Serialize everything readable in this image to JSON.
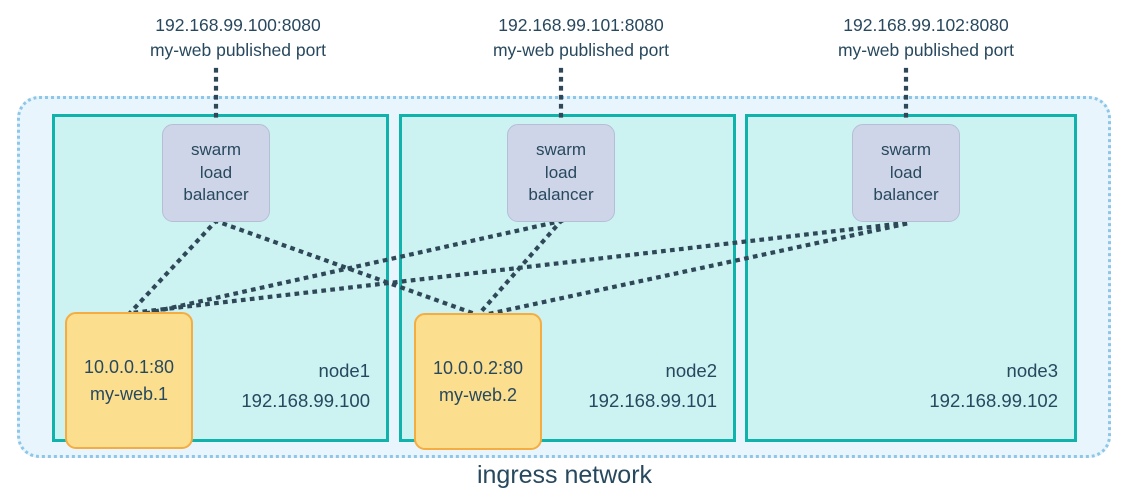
{
  "diagram": {
    "title": "ingress network",
    "ingress_label": "ingress network",
    "colors": {
      "ingress_fill": "#e9f5fc",
      "ingress_border": "#8ec6e8",
      "node_fill": "#ccf2f2",
      "node_border": "#0fb3ac",
      "lb_fill": "#ced5e8",
      "lb_border": "#b6bed6",
      "task_fill": "#fcdf8e",
      "task_border": "#f5ad42",
      "text": "#28485e",
      "wire": "#2f4858"
    }
  },
  "callouts": [
    {
      "address": "192.168.99.100:8080",
      "description": "my-web published port"
    },
    {
      "address": "192.168.99.101:8080",
      "description": "my-web published port"
    },
    {
      "address": "192.168.99.102:8080",
      "description": "my-web published port"
    }
  ],
  "nodes": [
    {
      "name": "node1",
      "ip": "192.168.99.100",
      "load_balancer": {
        "line1": "swarm",
        "line2": "load",
        "line3": "balancer"
      },
      "task": {
        "address": "10.0.0.1:80",
        "name": "my-web.1"
      }
    },
    {
      "name": "node2",
      "ip": "192.168.99.101",
      "load_balancer": {
        "line1": "swarm",
        "line2": "load",
        "line3": "balancer"
      },
      "task": {
        "address": "10.0.0.2:80",
        "name": "my-web.2"
      }
    },
    {
      "name": "node3",
      "ip": "192.168.99.102",
      "load_balancer": {
        "line1": "swarm",
        "line2": "load",
        "line3": "balancer"
      },
      "task": null
    }
  ]
}
